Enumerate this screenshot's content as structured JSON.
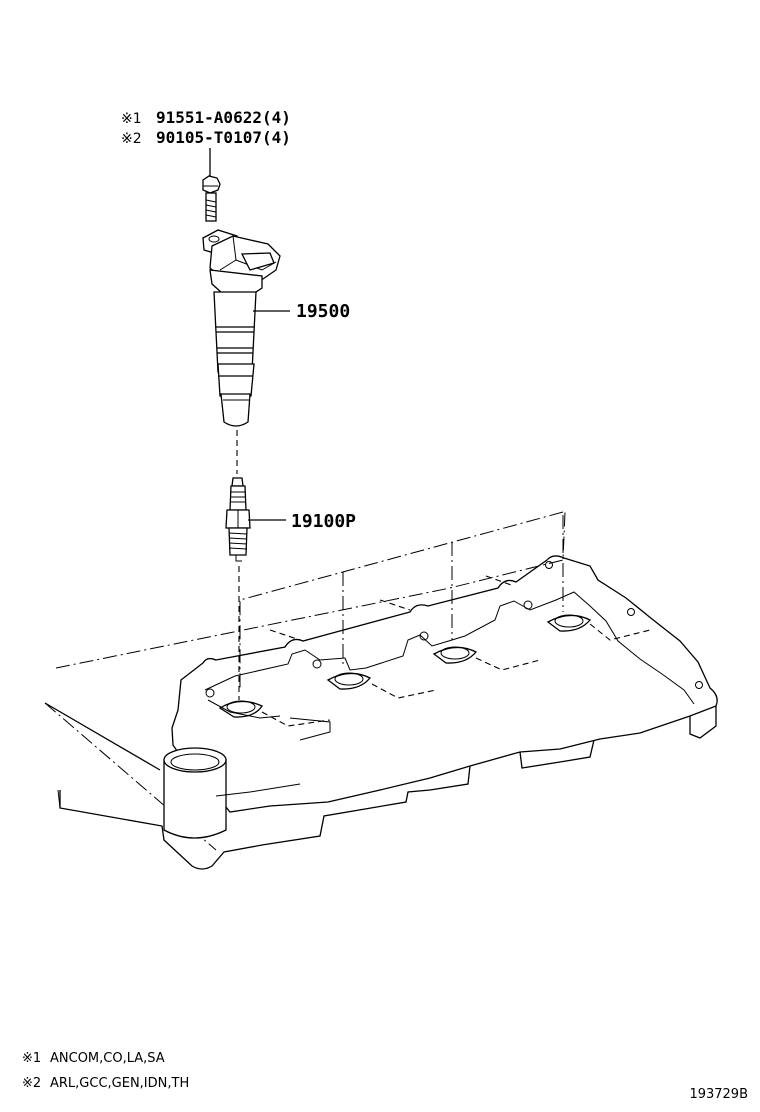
{
  "callouts": {
    "bolt_note_1_mark": "※1",
    "bolt_note_1_part": "91551-A0622(4)",
    "bolt_note_2_mark": "※2",
    "bolt_note_2_part": "90105-T0107(4)",
    "ignition_coil": "19500",
    "spark_plug": "19100P"
  },
  "footnotes": {
    "note1_mark": "※1",
    "note1_text": "ANCOM,CO,LA,SA",
    "note2_mark": "※2",
    "note2_text": "ARL,GCC,GEN,IDN,TH"
  },
  "diagram_id": "193729B"
}
